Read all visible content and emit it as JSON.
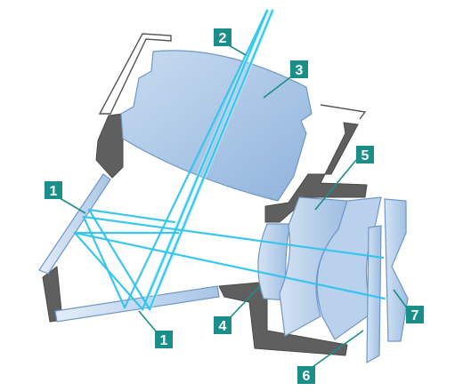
{
  "callouts": [
    {
      "key": "c1a",
      "label": "1"
    },
    {
      "key": "c2",
      "label": "2"
    },
    {
      "key": "c3",
      "label": "3"
    },
    {
      "key": "c5",
      "label": "5"
    },
    {
      "key": "c4",
      "label": "4"
    },
    {
      "key": "c1b",
      "label": "1"
    },
    {
      "key": "c7",
      "label": "7"
    },
    {
      "key": "c6",
      "label": "6"
    }
  ],
  "colors": {
    "callout_fill": "#1a8f8a",
    "ray": "#2fc4ee",
    "lens_light": "#c9dcf0",
    "lens_dark": "#8fb3dc",
    "housing": "#5f5f5f"
  }
}
